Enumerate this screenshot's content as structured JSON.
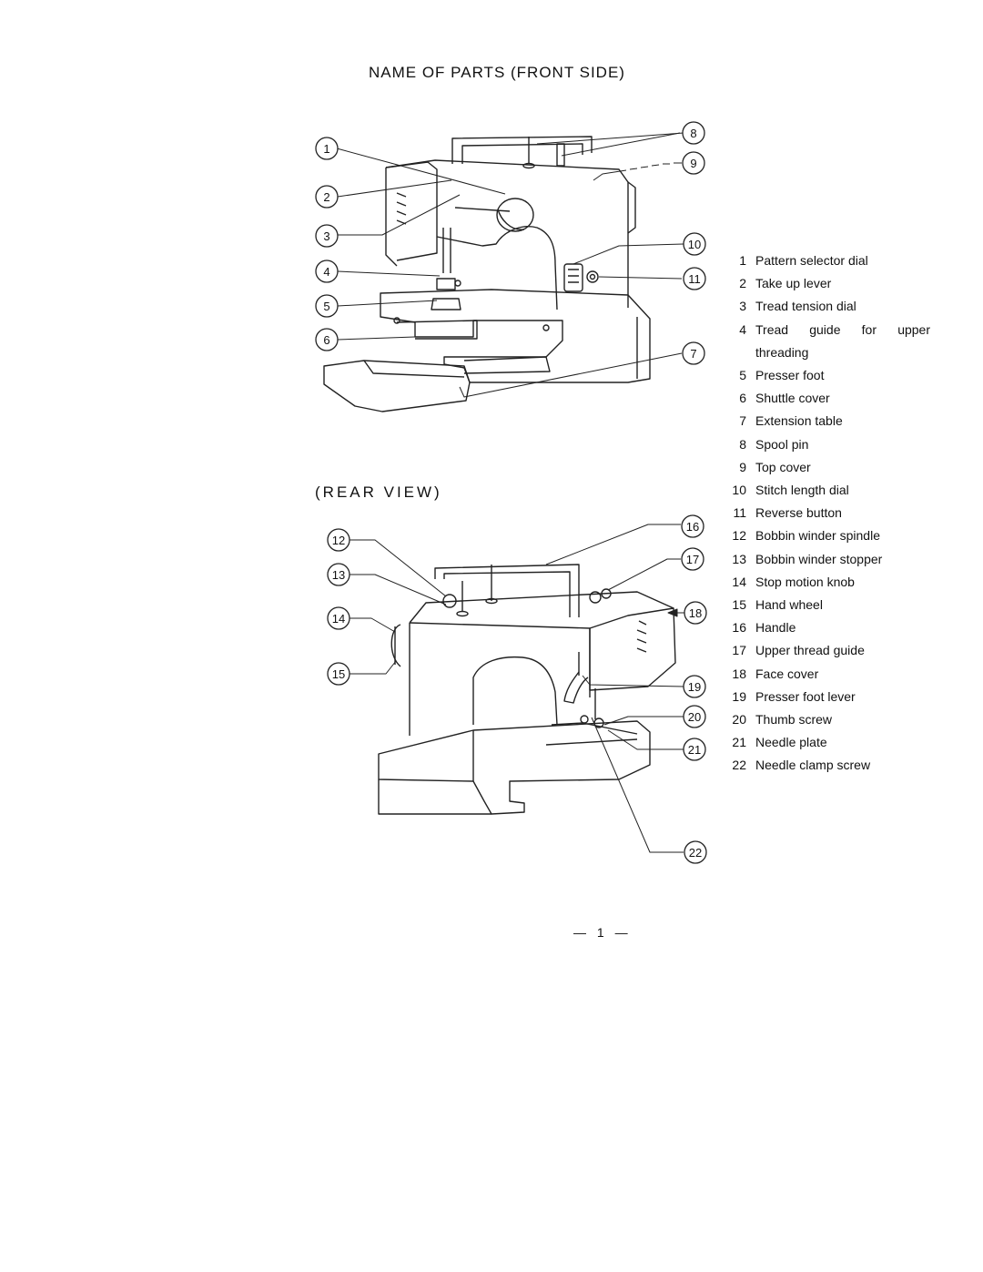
{
  "front_title": "NAME OF PARTS (FRONT SIDE)",
  "rear_title": "(REAR VIEW)",
  "callouts": [
    "1",
    "2",
    "3",
    "4",
    "5",
    "6",
    "7",
    "8",
    "9",
    "10",
    "11",
    "12",
    "13",
    "14",
    "15",
    "16",
    "17",
    "18",
    "19",
    "20",
    "21",
    "22"
  ],
  "parts": [
    {
      "num": "1",
      "name": "Pattern selector dial"
    },
    {
      "num": "2",
      "name": "Take up lever"
    },
    {
      "num": "3",
      "name": "Tread tension dial"
    },
    {
      "num": "4",
      "name": "Tread guide for upper threading"
    },
    {
      "num": "5",
      "name": "Presser foot"
    },
    {
      "num": "6",
      "name": "Shuttle cover"
    },
    {
      "num": "7",
      "name": "Extension table"
    },
    {
      "num": "8",
      "name": "Spool pin"
    },
    {
      "num": "9",
      "name": "Top cover"
    },
    {
      "num": "10",
      "name": "Stitch length dial"
    },
    {
      "num": "11",
      "name": "Reverse button"
    },
    {
      "num": "12",
      "name": "Bobbin winder spindle"
    },
    {
      "num": "13",
      "name": "Bobbin winder stopper"
    },
    {
      "num": "14",
      "name": "Stop motion knob"
    },
    {
      "num": "15",
      "name": "Hand wheel"
    },
    {
      "num": "16",
      "name": "Handle"
    },
    {
      "num": "17",
      "name": "Upper thread guide"
    },
    {
      "num": "18",
      "name": "Face cover"
    },
    {
      "num": "19",
      "name": "Presser foot lever"
    },
    {
      "num": "20",
      "name": "Thumb screw"
    },
    {
      "num": "21",
      "name": "Needle plate"
    },
    {
      "num": "22",
      "name": "Needle clamp screw"
    }
  ],
  "page_number": "— 1 —"
}
